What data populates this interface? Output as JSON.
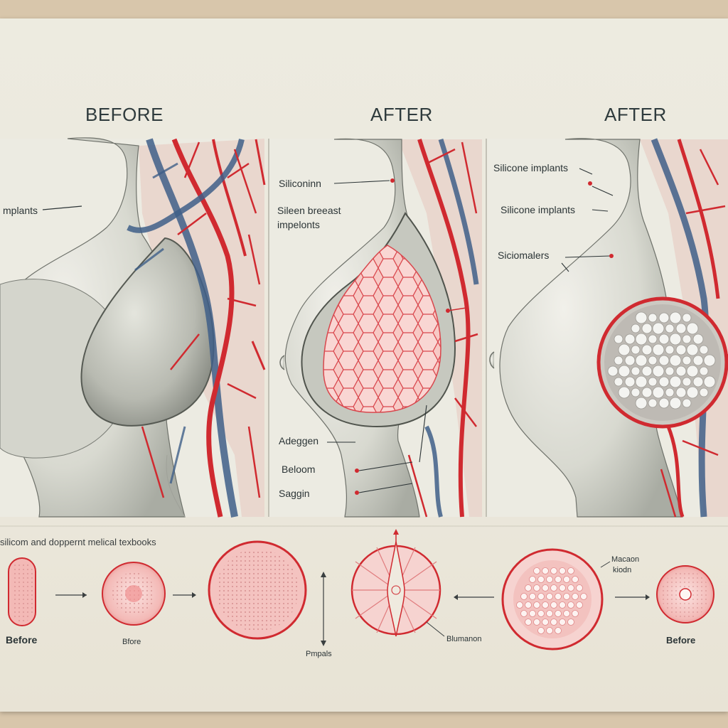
{
  "panels": [
    {
      "heading": "BEFORE"
    },
    {
      "heading": "AFTER"
    },
    {
      "heading": "AFTER"
    }
  ],
  "labels": {
    "p1_implants": "mplants",
    "p2_siliconinn": "Siliconinn",
    "p2_sileen": "Sileen breeast",
    "p2_impelonts": "impelonts",
    "p2_adeggen": "Adeggen",
    "p2_beloom": "Beloom",
    "p2_saggin": "Saggin",
    "p3_silicone_a": "Silicone implants",
    "p3_silicone_b": "Silicone implants",
    "p3_siciomalers": "Siciomalers"
  },
  "bottom": {
    "caption": "silicom and doppernt melical texbooks",
    "before_1": "Before",
    "bfore": "Bfore",
    "pmpals": "Pmpals",
    "blumanon": "Blumanon",
    "macaon": "Macaon",
    "kiodn": "kiodn",
    "before_2": "Before"
  },
  "colors": {
    "vessel_red": "#d02a30",
    "vessel_blue": "#3f5f88",
    "implant_gray": "#c9cbc2",
    "tissue_pink": "#f2b6b4"
  }
}
